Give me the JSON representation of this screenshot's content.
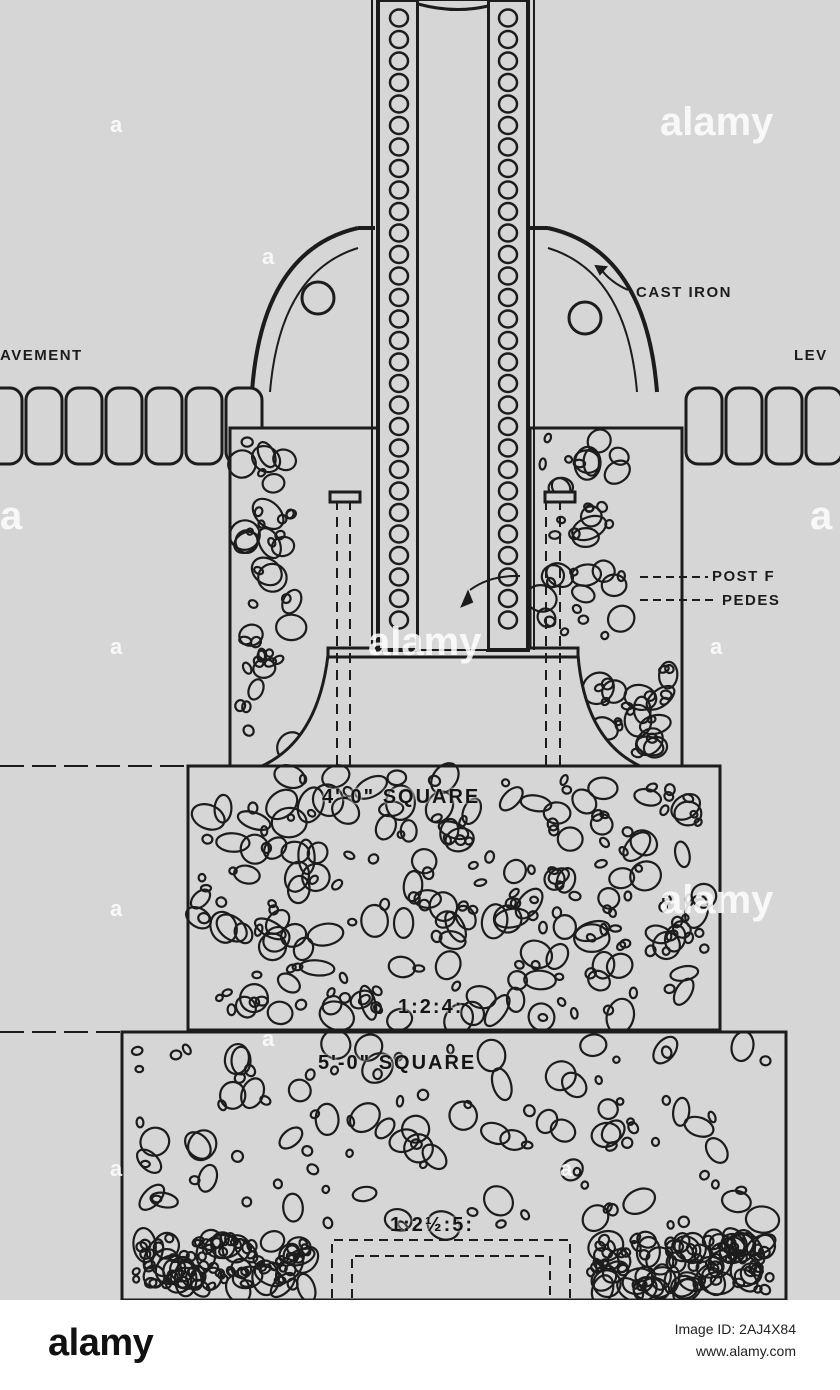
{
  "labels": {
    "cast_iron": "CAST IRON",
    "pavement": "AVEMENT",
    "level": "LEV",
    "post": "POST F",
    "pedestal": "PEDES",
    "square_4": "4'-0\" SQUARE",
    "mix_1": "1:2:4:",
    "square_5": "5'-0\" SQUARE",
    "mix_2": "1:2½:5:"
  },
  "watermark": {
    "text": "alamy",
    "side_letter": "a"
  },
  "footer": {
    "logo": "alamy",
    "image_id": "Image ID: 2AJ4X84",
    "url": "www.alamy.com"
  },
  "colors": {
    "background": "#d6d6d6",
    "ink": "#1c1c1c",
    "footer_bg": "#ffffff"
  }
}
